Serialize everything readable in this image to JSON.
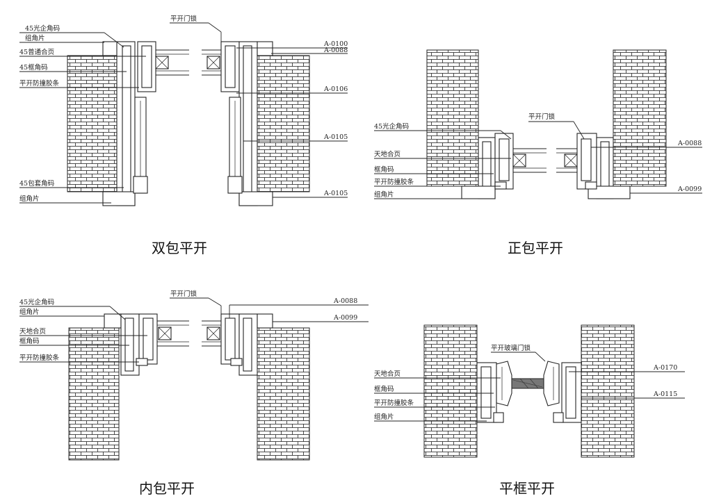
{
  "panels": [
    {
      "caption": "双包平开",
      "labels": {
        "lock": "平开门锁",
        "left": [
          "45光企角码",
          "组角片",
          "45普通合页",
          "45框角码",
          "平开防撞胶条",
          "45包套角码",
          "组角片"
        ],
        "right": [
          "A-0100",
          "A-0088",
          "A-0106",
          "A-0105",
          "A-0105"
        ]
      }
    },
    {
      "caption": "正包平开",
      "labels": {
        "lock": "平开门锁",
        "left": [
          "45光企角码",
          "天地合页",
          "框角码",
          "平开防撞胶条",
          "组角片"
        ],
        "right": [
          "A-0088",
          "A-0099"
        ]
      }
    },
    {
      "caption": "内包平开",
      "labels": {
        "lock": "平开门锁",
        "left": [
          "45光企角码",
          "组角片",
          "天地合页",
          "框角码",
          "平开防撞胶条"
        ],
        "right": [
          "A-0088",
          "A-0099"
        ]
      }
    },
    {
      "caption": "平框平开",
      "labels": {
        "lock": "平开玻璃门锁",
        "left": [
          "天地合页",
          "框角码",
          "平开防撞胶条",
          "组角片"
        ],
        "right": [
          "A-0170",
          "A-0115"
        ]
      }
    }
  ]
}
